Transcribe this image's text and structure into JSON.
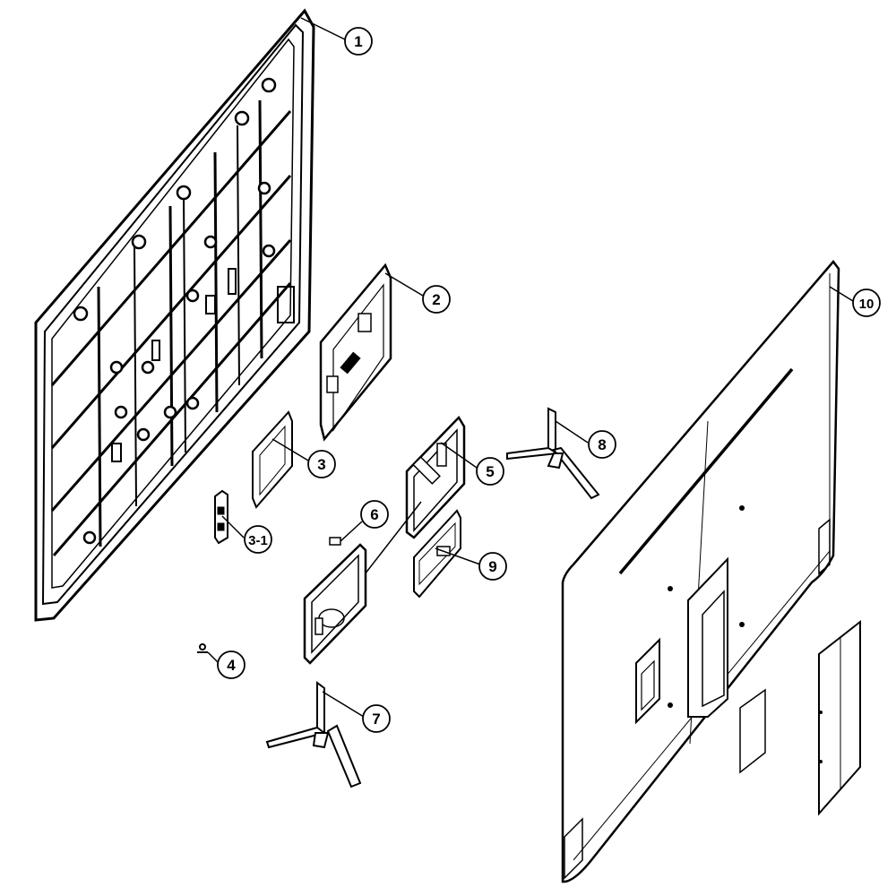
{
  "diagram": {
    "type": "exploded-parts-view",
    "line_color": "#000000",
    "background": "#ffffff",
    "callouts": [
      {
        "id": "1",
        "label": "1"
      },
      {
        "id": "2",
        "label": "2"
      },
      {
        "id": "3",
        "label": "3"
      },
      {
        "id": "3-1",
        "label": "3-1"
      },
      {
        "id": "4",
        "label": "4"
      },
      {
        "id": "5",
        "label": "5"
      },
      {
        "id": "6",
        "label": "6"
      },
      {
        "id": "7",
        "label": "7"
      },
      {
        "id": "8",
        "label": "8"
      },
      {
        "id": "9",
        "label": "9"
      },
      {
        "id": "10",
        "label": "10"
      }
    ]
  }
}
